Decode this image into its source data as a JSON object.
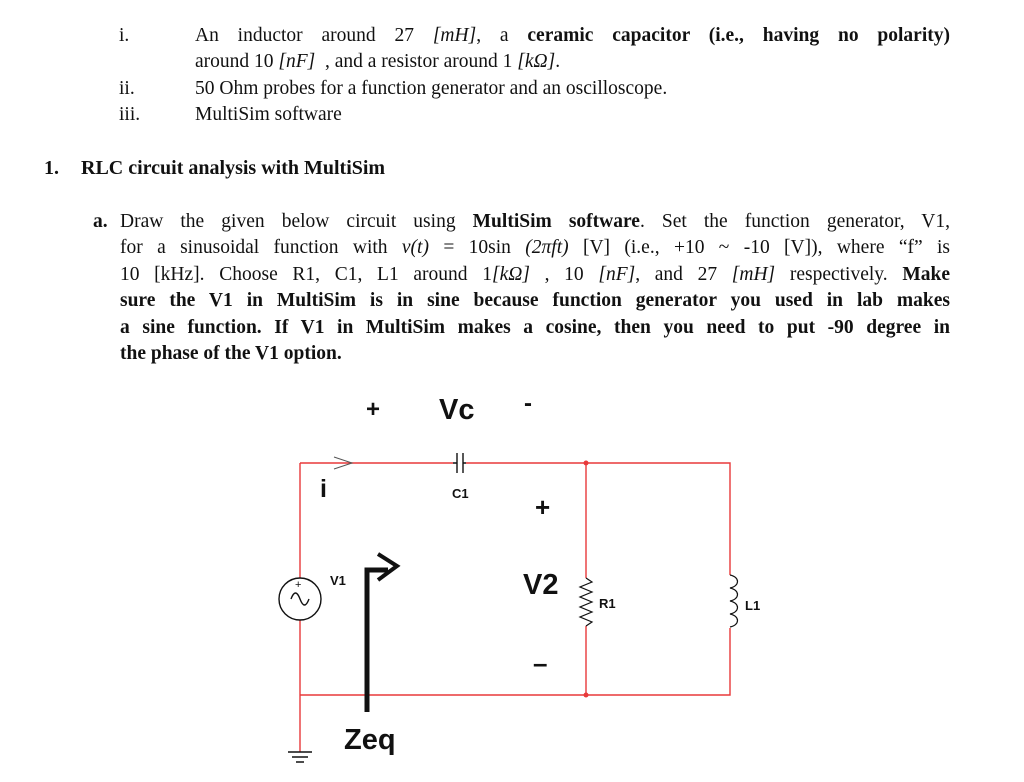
{
  "list": {
    "items": [
      {
        "marker": "i.",
        "line1": {
          "a": "An inductor around 27 ",
          "b": "[mH]",
          "c": ", a ",
          "d": "ceramic capacitor (i.e., having no polarity)"
        },
        "line2": {
          "a": "around 10 ",
          "b": "[nF]",
          "c": "  , and a resistor around 1 ",
          "d": "[kΩ]",
          "e": "."
        }
      },
      {
        "marker": "ii.",
        "text": "50 Ohm probes for a function generator and an oscilloscope."
      },
      {
        "marker": "iii.",
        "text": "MultiSim software"
      }
    ]
  },
  "section": {
    "number": "1.",
    "title": "RLC circuit analysis with MultiSim"
  },
  "part_a": {
    "marker": "a.",
    "l1": {
      "a": "Draw the given below circuit using ",
      "b": "MultiSim software",
      "c": ". Set the function generator, V1,"
    },
    "l2": {
      "a": "for a sinusoidal function with ",
      "b": "v(t)",
      "c": " = 10sin ",
      "d": "(2πft)",
      "e": " [V] (i.e., +10 ~ -10 [V]), where “f” is"
    },
    "l3": {
      "a": "10 [kHz].  Choose R1, C1, L1 around 1",
      "b": "[kΩ]",
      "c": " , 10 ",
      "d": "[nF]",
      "e": ", and 27 ",
      "f": "[mH]",
      "g": " respectively. ",
      "h": "Make"
    },
    "l4": "sure the V1 in MultiSim is in sine because function generator you used in lab makes",
    "l5": "a sine function. If V1 in MultiSim makes a cosine, then you need to put -90 degree in",
    "l6": "the phase of the V1 option."
  },
  "circuit": {
    "vc_plus": "+",
    "vc_label": "Vc",
    "vc_minus": "-",
    "current_label": "i",
    "c1_label": "C1",
    "v2_plus": "+",
    "v2_label": "V2",
    "v2_minus": "–",
    "v1_label": "V1",
    "source_plus": "+",
    "r1_label": "R1",
    "l1_label": "L1",
    "zeq_label": "Zeq",
    "wire_color": "#e8393a",
    "component_color": "#111111"
  }
}
